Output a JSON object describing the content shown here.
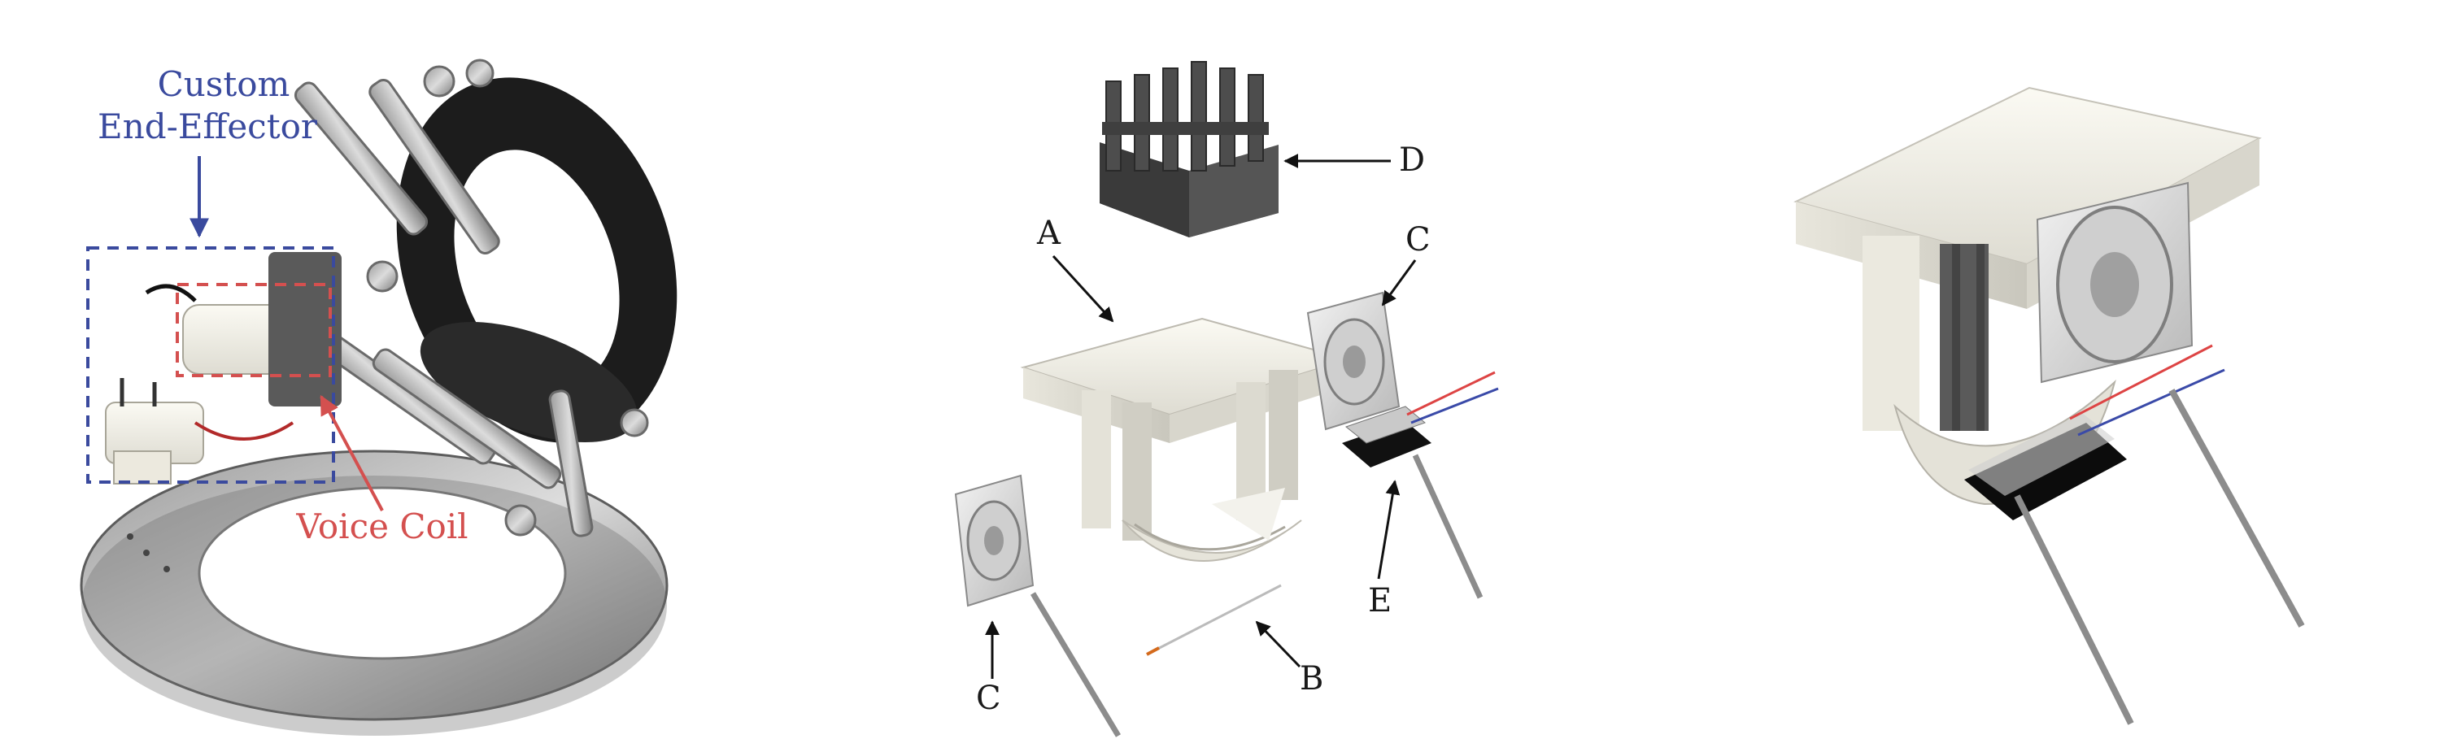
{
  "panel_photo": {
    "annotation_end_effector": [
      "Custom",
      "End-Effector"
    ],
    "annotation_voice_coil": "Voice Coil",
    "colors": {
      "end_effector": "#3a4a9e",
      "voice_coil": "#d4504f"
    }
  },
  "panel_exploded": {
    "part_labels": {
      "a": "A",
      "b": "B",
      "c_top": "C",
      "c_bottom": "C",
      "d": "D",
      "e": "E"
    }
  },
  "panel_assembled": {}
}
